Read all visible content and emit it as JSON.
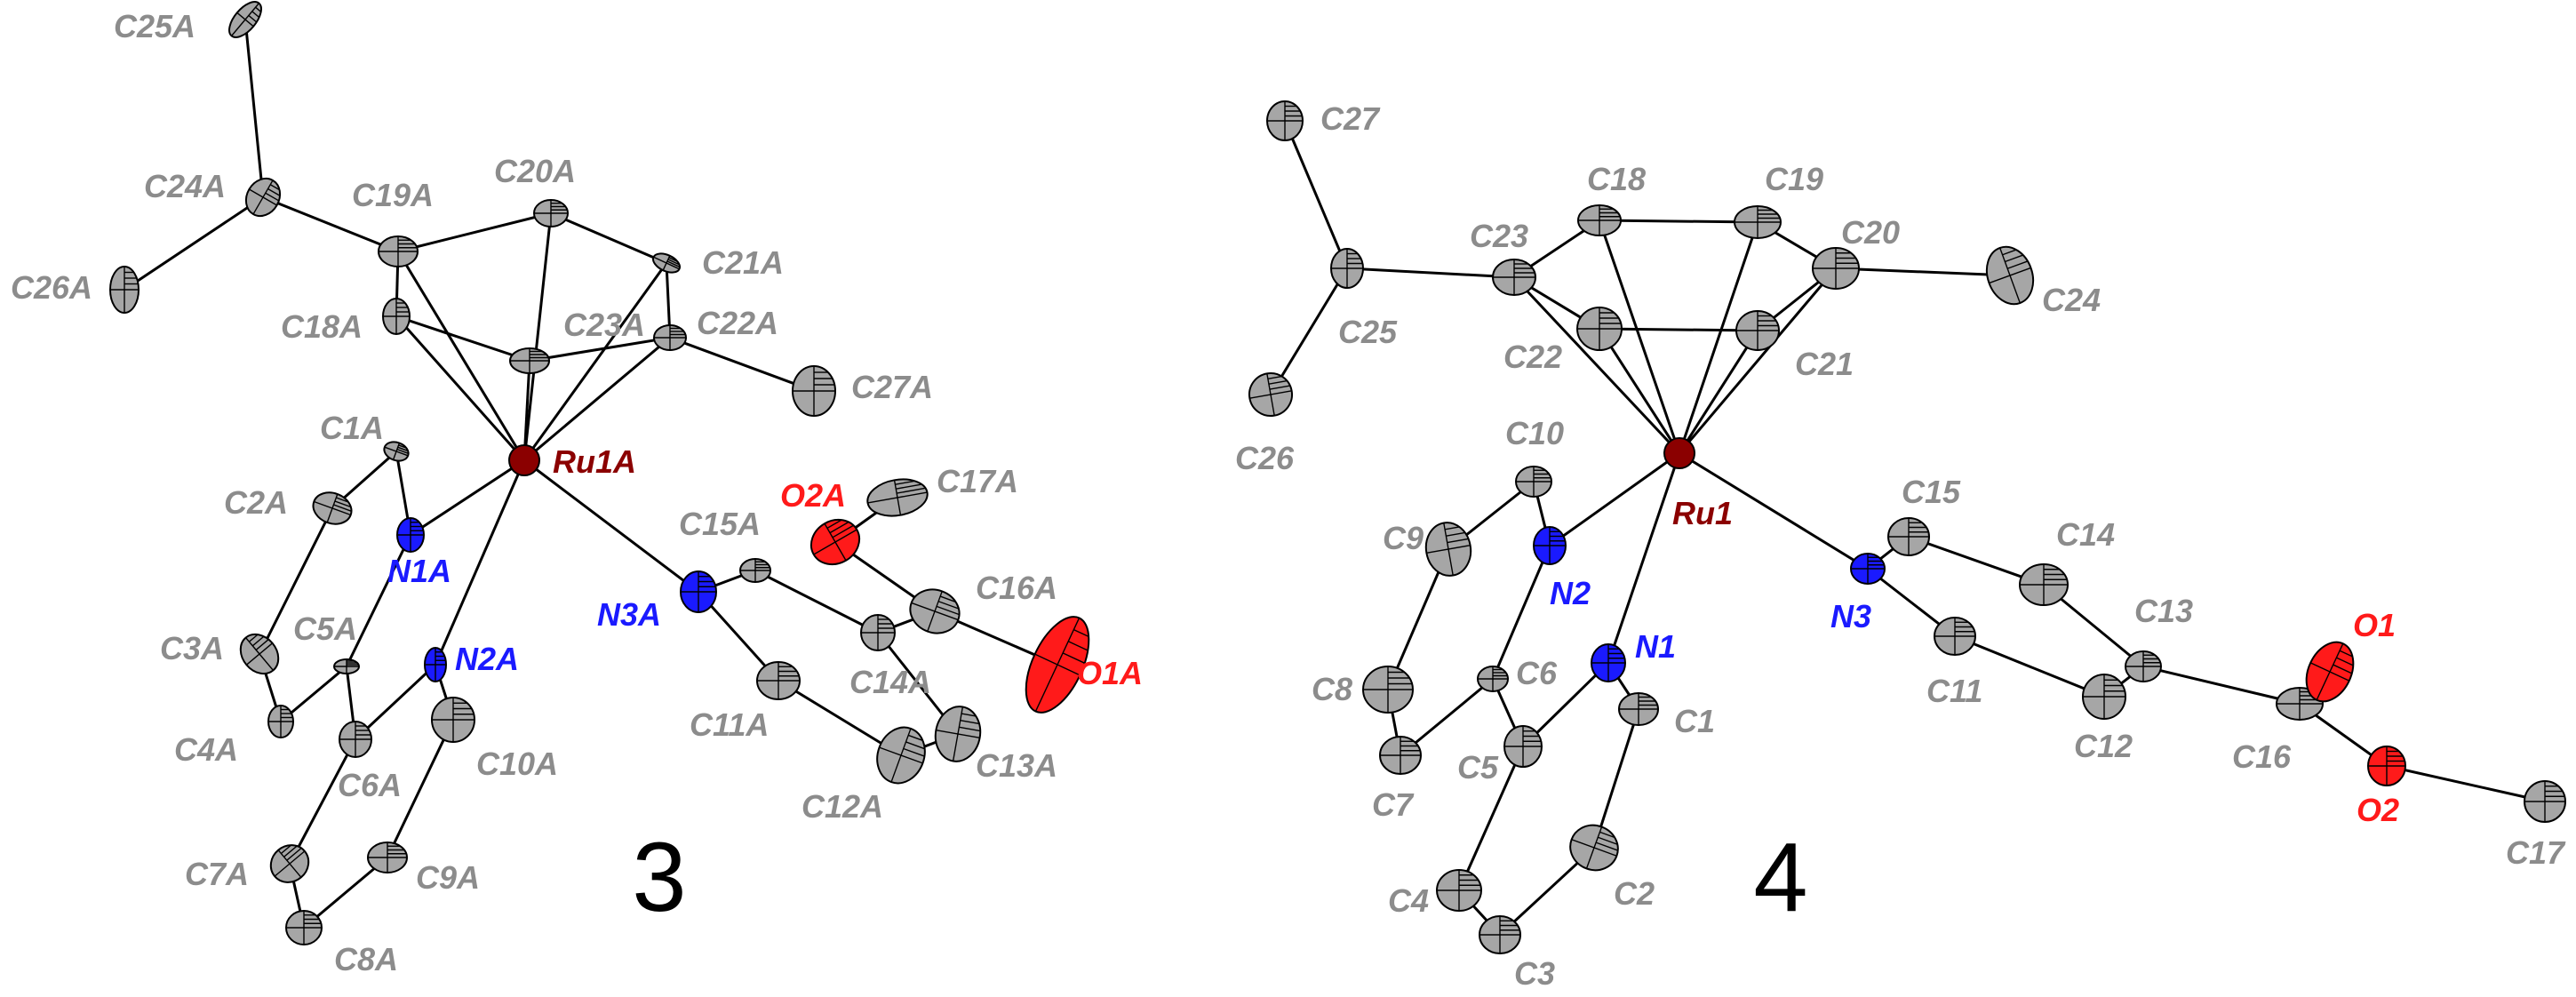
{
  "colors": {
    "carbon": "#a6a6a6",
    "carbon_label": "#8c8c8c",
    "nitrogen": "#1a1aff",
    "oxygen": "#ff1a1a",
    "ruthenium": "#8b0000",
    "bond": "#000000"
  },
  "structures": [
    {
      "id": "struct-3",
      "label": "3",
      "atoms": [
        {
          "id": "C25A",
          "el": "C"
        },
        {
          "id": "C24A",
          "el": "C"
        },
        {
          "id": "C26A",
          "el": "C"
        },
        {
          "id": "C19A",
          "el": "C"
        },
        {
          "id": "C20A",
          "el": "C"
        },
        {
          "id": "C21A",
          "el": "C"
        },
        {
          "id": "C22A",
          "el": "C"
        },
        {
          "id": "C23A",
          "el": "C"
        },
        {
          "id": "C18A",
          "el": "C"
        },
        {
          "id": "C27A",
          "el": "C"
        },
        {
          "id": "Ru1A",
          "el": "Ru"
        },
        {
          "id": "C1A",
          "el": "C"
        },
        {
          "id": "C2A",
          "el": "C"
        },
        {
          "id": "N1A",
          "el": "N"
        },
        {
          "id": "C3A",
          "el": "C"
        },
        {
          "id": "C5A",
          "el": "C"
        },
        {
          "id": "C4A",
          "el": "C"
        },
        {
          "id": "N2A",
          "el": "N"
        },
        {
          "id": "C6A",
          "el": "C"
        },
        {
          "id": "C10A",
          "el": "C"
        },
        {
          "id": "C7A",
          "el": "C"
        },
        {
          "id": "C9A",
          "el": "C"
        },
        {
          "id": "C8A",
          "el": "C"
        },
        {
          "id": "N3A",
          "el": "N"
        },
        {
          "id": "C15A",
          "el": "C"
        },
        {
          "id": "O2A",
          "el": "O"
        },
        {
          "id": "C17A",
          "el": "C"
        },
        {
          "id": "C16A",
          "el": "C"
        },
        {
          "id": "O1A",
          "el": "O"
        },
        {
          "id": "C14A",
          "el": "C"
        },
        {
          "id": "C11A",
          "el": "C"
        },
        {
          "id": "C12A",
          "el": "C"
        },
        {
          "id": "C13A",
          "el": "C"
        }
      ],
      "bonds": [
        [
          "C25A",
          "C24A"
        ],
        [
          "C24A",
          "C26A"
        ],
        [
          "C24A",
          "C19A"
        ],
        [
          "C19A",
          "C20A"
        ],
        [
          "C20A",
          "C21A"
        ],
        [
          "C21A",
          "C22A"
        ],
        [
          "C22A",
          "C23A"
        ],
        [
          "C23A",
          "C18A"
        ],
        [
          "C18A",
          "C19A"
        ],
        [
          "C22A",
          "C27A"
        ],
        [
          "Ru1A",
          "C19A"
        ],
        [
          "Ru1A",
          "C20A"
        ],
        [
          "Ru1A",
          "C21A"
        ],
        [
          "Ru1A",
          "C22A"
        ],
        [
          "Ru1A",
          "C23A"
        ],
        [
          "Ru1A",
          "C18A"
        ],
        [
          "Ru1A",
          "N1A"
        ],
        [
          "Ru1A",
          "N2A"
        ],
        [
          "Ru1A",
          "N3A"
        ],
        [
          "N1A",
          "C1A"
        ],
        [
          "C1A",
          "C2A"
        ],
        [
          "C2A",
          "C3A"
        ],
        [
          "C3A",
          "C4A"
        ],
        [
          "C4A",
          "C5A"
        ],
        [
          "C5A",
          "N1A"
        ],
        [
          "C5A",
          "C6A"
        ],
        [
          "C6A",
          "N2A"
        ],
        [
          "N2A",
          "C10A"
        ],
        [
          "C10A",
          "C9A"
        ],
        [
          "C9A",
          "C8A"
        ],
        [
          "C8A",
          "C7A"
        ],
        [
          "C7A",
          "C6A"
        ],
        [
          "N3A",
          "C15A"
        ],
        [
          "C15A",
          "C14A"
        ],
        [
          "C14A",
          "C13A"
        ],
        [
          "C13A",
          "C12A"
        ],
        [
          "C12A",
          "C11A"
        ],
        [
          "C11A",
          "N3A"
        ],
        [
          "C14A",
          "C16A"
        ],
        [
          "C16A",
          "O1A"
        ],
        [
          "C16A",
          "O2A"
        ],
        [
          "O2A",
          "C17A"
        ]
      ]
    },
    {
      "id": "struct-4",
      "label": "4",
      "atoms": [
        {
          "id": "C27",
          "el": "C"
        },
        {
          "id": "C25",
          "el": "C"
        },
        {
          "id": "C26",
          "el": "C"
        },
        {
          "id": "C23",
          "el": "C"
        },
        {
          "id": "C18",
          "el": "C"
        },
        {
          "id": "C19",
          "el": "C"
        },
        {
          "id": "C20",
          "el": "C"
        },
        {
          "id": "C21",
          "el": "C"
        },
        {
          "id": "C22",
          "el": "C"
        },
        {
          "id": "C24",
          "el": "C"
        },
        {
          "id": "Ru1",
          "el": "Ru"
        },
        {
          "id": "C10",
          "el": "C"
        },
        {
          "id": "N2",
          "el": "N"
        },
        {
          "id": "C9",
          "el": "C"
        },
        {
          "id": "C8",
          "el": "C"
        },
        {
          "id": "C7",
          "el": "C"
        },
        {
          "id": "C6",
          "el": "C"
        },
        {
          "id": "C5",
          "el": "C"
        },
        {
          "id": "N1",
          "el": "N"
        },
        {
          "id": "C1",
          "el": "C"
        },
        {
          "id": "C2",
          "el": "C"
        },
        {
          "id": "C3",
          "el": "C"
        },
        {
          "id": "C4",
          "el": "C"
        },
        {
          "id": "N3",
          "el": "N"
        },
        {
          "id": "C15",
          "el": "C"
        },
        {
          "id": "C14",
          "el": "C"
        },
        {
          "id": "C13",
          "el": "C"
        },
        {
          "id": "C12",
          "el": "C"
        },
        {
          "id": "C11",
          "el": "C"
        },
        {
          "id": "C16",
          "el": "C"
        },
        {
          "id": "O1",
          "el": "O"
        },
        {
          "id": "O2",
          "el": "O"
        },
        {
          "id": "C17",
          "el": "C"
        }
      ],
      "bonds": [
        [
          "C27",
          "C25"
        ],
        [
          "C25",
          "C26"
        ],
        [
          "C25",
          "C23"
        ],
        [
          "C23",
          "C18"
        ],
        [
          "C18",
          "C19"
        ],
        [
          "C19",
          "C20"
        ],
        [
          "C20",
          "C21"
        ],
        [
          "C21",
          "C22"
        ],
        [
          "C22",
          "C23"
        ],
        [
          "C20",
          "C24"
        ],
        [
          "Ru1",
          "C18"
        ],
        [
          "Ru1",
          "C19"
        ],
        [
          "Ru1",
          "C20"
        ],
        [
          "Ru1",
          "C21"
        ],
        [
          "Ru1",
          "C22"
        ],
        [
          "Ru1",
          "C23"
        ],
        [
          "Ru1",
          "N1"
        ],
        [
          "Ru1",
          "N2"
        ],
        [
          "Ru1",
          "N3"
        ],
        [
          "N2",
          "C10"
        ],
        [
          "C10",
          "C9"
        ],
        [
          "C9",
          "C8"
        ],
        [
          "C8",
          "C7"
        ],
        [
          "C7",
          "C6"
        ],
        [
          "C6",
          "N2"
        ],
        [
          "C6",
          "C5"
        ],
        [
          "C5",
          "N1"
        ],
        [
          "N1",
          "C1"
        ],
        [
          "C1",
          "C2"
        ],
        [
          "C2",
          "C3"
        ],
        [
          "C3",
          "C4"
        ],
        [
          "C4",
          "C5"
        ],
        [
          "N3",
          "C15"
        ],
        [
          "C15",
          "C14"
        ],
        [
          "C14",
          "C13"
        ],
        [
          "C13",
          "C12"
        ],
        [
          "C12",
          "C11"
        ],
        [
          "C11",
          "N3"
        ],
        [
          "C13",
          "C16"
        ],
        [
          "C16",
          "O1"
        ],
        [
          "C16",
          "O2"
        ],
        [
          "O2",
          "C17"
        ]
      ]
    }
  ]
}
